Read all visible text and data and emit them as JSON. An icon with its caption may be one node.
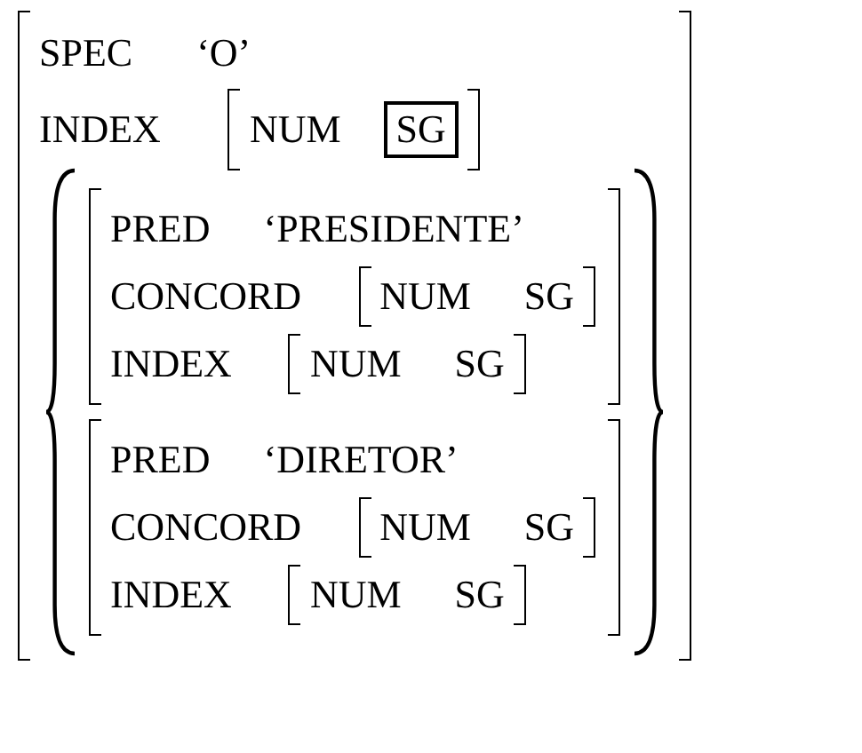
{
  "diagram": {
    "nodes": [
      {
        "text": [
          "SPEC",
          "‘O’",
          "INDEX"
        ]
      },
      {
        "text": [
          "NUM"
        ],
        "in": 0
      },
      {
        "text": [
          "SG"
        ],
        "in": 1
      },
      {
        "text": [],
        "shape": "braces",
        "in": 0
      },
      {
        "text": [
          "PRED",
          "‘PRESIDENTE’",
          "CONCORD",
          "INDEX"
        ],
        "in": 3
      },
      {
        "text": [
          "NUM",
          "SG"
        ],
        "in": 4
      },
      {
        "text": [
          "NUM",
          "SG"
        ],
        "in": 4
      },
      {
        "text": [
          "PRED",
          "‘DIRETOR’",
          "CONCORD",
          "INDEX"
        ],
        "in": 3
      },
      {
        "text": [
          "NUM",
          "SG"
        ],
        "in": 7
      },
      {
        "text": [
          "NUM",
          "SG"
        ],
        "in": 7
      }
    ]
  }
}
